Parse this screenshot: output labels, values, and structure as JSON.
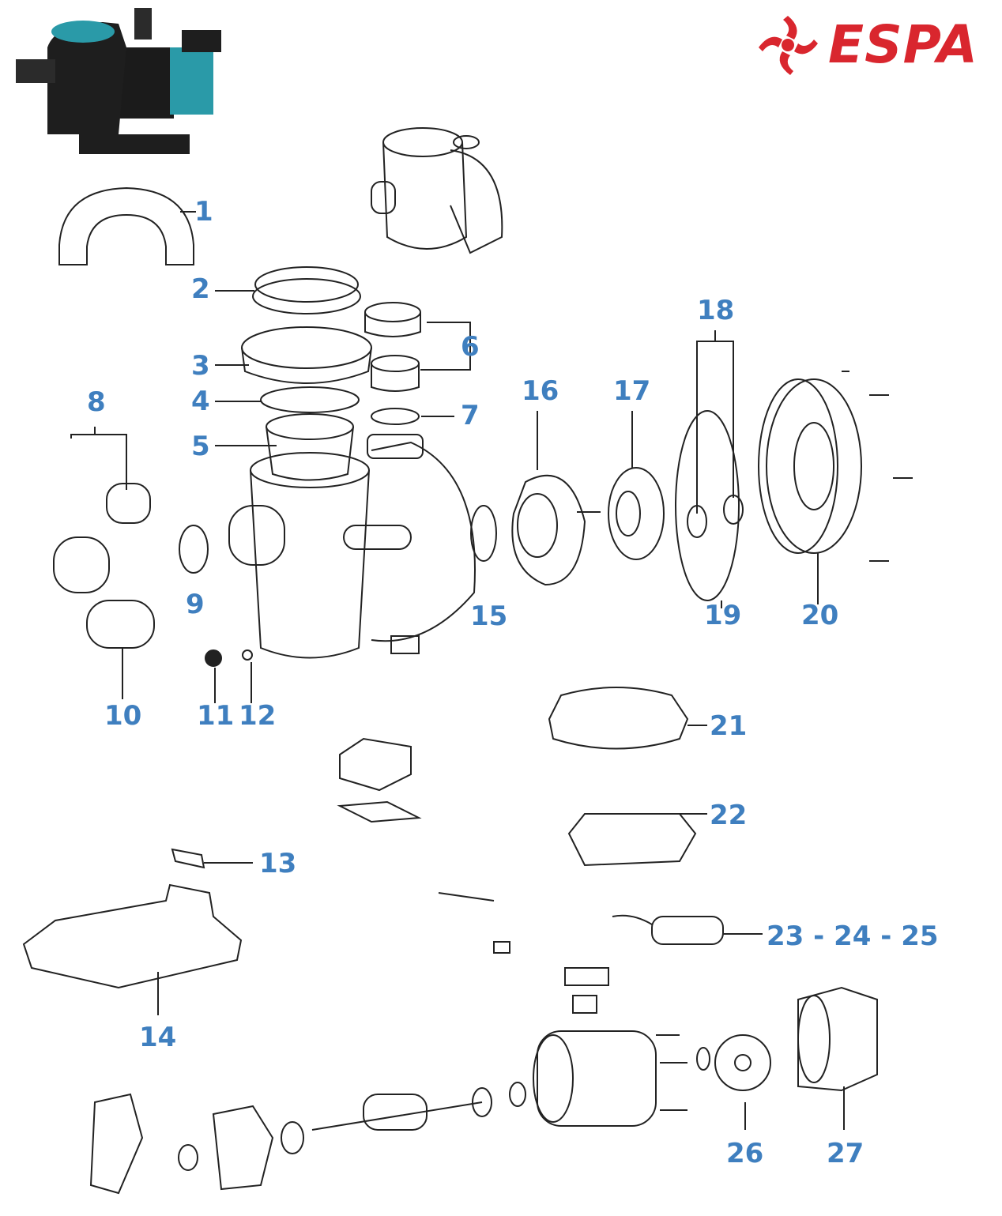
{
  "brand": {
    "name": "ESPA",
    "color": "#d9262e"
  },
  "label_color": "#3f7fbf",
  "labels": [
    "1",
    "2",
    "3",
    "4",
    "5",
    "6",
    "7",
    "8",
    "9",
    "10",
    "11",
    "12",
    "13",
    "14",
    "15",
    "16",
    "17",
    "18",
    "19",
    "20",
    "21",
    "22",
    "23 - 24 - 25",
    "26",
    "27"
  ]
}
